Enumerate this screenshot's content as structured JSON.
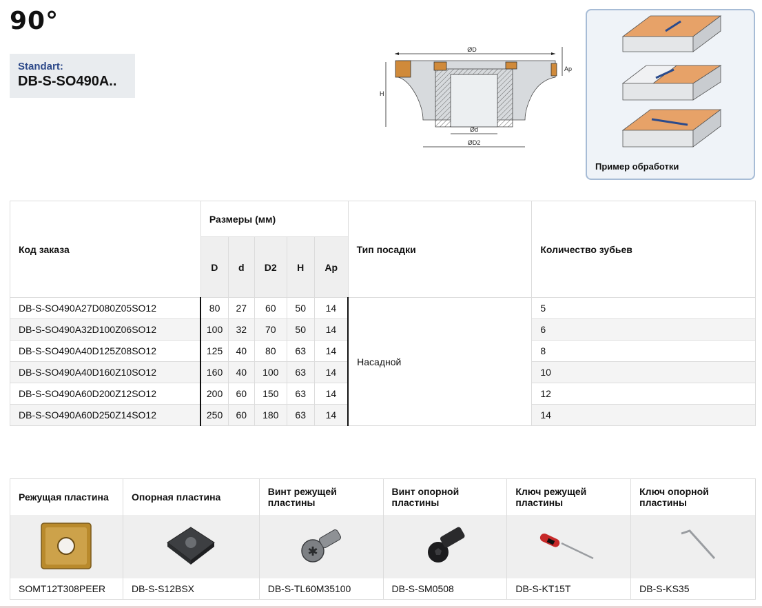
{
  "header": {
    "angle": "90°"
  },
  "standard": {
    "label": "Standart:",
    "value": "DB-S-SO490A.."
  },
  "drawing": {
    "labels": {
      "D": "ØD",
      "Ap": "Ap",
      "H": "H",
      "d": "Ød",
      "D2": "ØD2"
    }
  },
  "example": {
    "caption": "Пример обработки"
  },
  "dims_table": {
    "col_code": "Код заказа",
    "col_sizes": "Размеры (мм)",
    "col_mount": "Тип посадки",
    "col_teeth": "Количество зубьев",
    "sub_headers": [
      "D",
      "d",
      "D2",
      "H",
      "Ap"
    ],
    "mount_value": "Насадной",
    "rows": [
      {
        "code": "DB-S-SO490A27D080Z05SO12",
        "D": "80",
        "d": "27",
        "D2": "60",
        "H": "50",
        "Ap": "14",
        "teeth": "5"
      },
      {
        "code": "DB-S-SO490A32D100Z06SO12",
        "D": "100",
        "d": "32",
        "D2": "70",
        "H": "50",
        "Ap": "14",
        "teeth": "6"
      },
      {
        "code": "DB-S-SO490A40D125Z08SO12",
        "D": "125",
        "d": "40",
        "D2": "80",
        "H": "63",
        "Ap": "14",
        "teeth": "8"
      },
      {
        "code": "DB-S-SO490A40D160Z10SO12",
        "D": "160",
        "d": "40",
        "D2": "100",
        "H": "63",
        "Ap": "14",
        "teeth": "10"
      },
      {
        "code": "DB-S-SO490A60D200Z12SO12",
        "D": "200",
        "d": "60",
        "D2": "150",
        "H": "63",
        "Ap": "14",
        "teeth": "12"
      },
      {
        "code": "DB-S-SO490A60D250Z14SO12",
        "D": "250",
        "d": "60",
        "D2": "180",
        "H": "63",
        "Ap": "14",
        "teeth": "14"
      }
    ]
  },
  "parts_table": {
    "headers": [
      "Режущая пластина",
      "Опорная пластина",
      "Винт режущей пластины",
      "Винт опорной пластины",
      "Ключ режущей пластины",
      "Ключ опорной пластины"
    ],
    "icons": [
      "insert-icon",
      "support-plate-icon",
      "insert-screw-icon",
      "support-screw-icon",
      "insert-key-icon",
      "hex-key-icon"
    ],
    "codes": [
      "SOMT12T308PEER",
      "DB-S-S12BSX",
      "DB-S-TL60M35100",
      "DB-S-SM0508",
      "DB-S-KT15T",
      "DB-S-KS35"
    ]
  }
}
